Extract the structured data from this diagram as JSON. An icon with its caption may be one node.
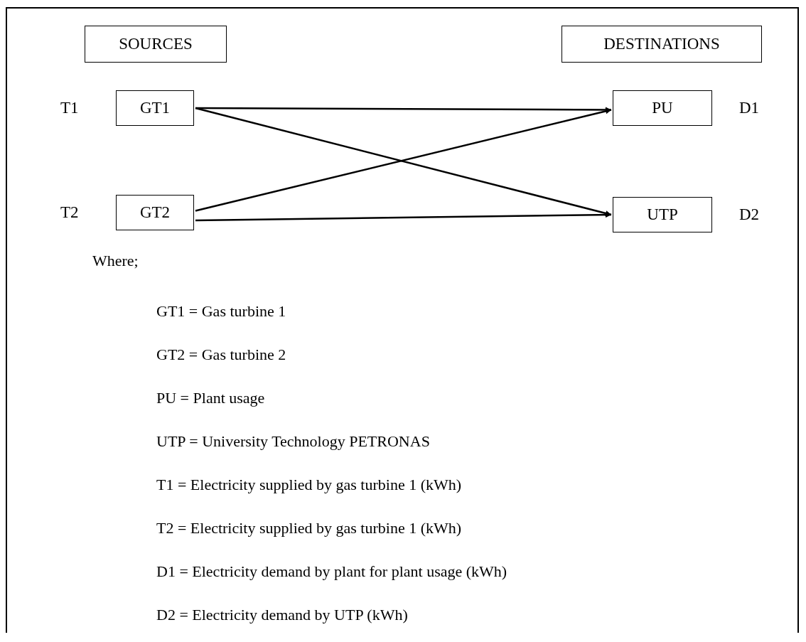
{
  "diagram": {
    "nodes": [
      {
        "text": [
          "SOURCES"
        ]
      },
      {
        "text": [
          "DESTINATIONS"
        ]
      },
      {
        "text": [
          "GT1"
        ],
        "beside": [
          "T1"
        ]
      },
      {
        "text": [
          "PU"
        ],
        "beside": [
          "D1"
        ]
      },
      {
        "text": [
          "GT2"
        ],
        "beside": [
          "T2"
        ]
      },
      {
        "text": [
          "UTP"
        ],
        "beside": [
          "D2"
        ]
      }
    ],
    "edges": [
      {
        "from": 2,
        "to": 3,
        "arrow": "to"
      },
      {
        "from": 2,
        "to": 5,
        "arrow": "to"
      },
      {
        "from": 4,
        "to": 3,
        "arrow": "to"
      },
      {
        "from": 4,
        "to": 5,
        "arrow": "to"
      }
    ],
    "labels": [
      "Where;",
      "GT1 = Gas turbine 1",
      "GT2 = Gas turbine 2",
      "PU = Plant usage",
      "UTP = University Technology PETRONAS",
      "T1 = Electricity supplied by gas turbine 1 (kWh)",
      "T2 = Electricity supplied by gas turbine 1 (kWh)",
      "D1 = Electricity demand by plant for plant usage (kWh)",
      "D2 = Electricity demand by UTP (kWh)"
    ]
  }
}
